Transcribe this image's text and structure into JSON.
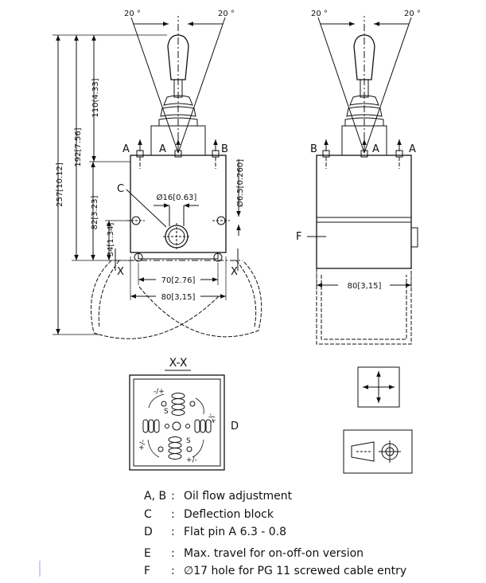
{
  "angles": {
    "front_left": "20 °",
    "front_right": "20 °",
    "side_left": "20 °",
    "side_right": "20 °"
  },
  "front_view": {
    "dim_total": "257[10.12]",
    "dim_192": "192[7.56]",
    "dim_110": "110(4.33]",
    "dim_82": "82[3.23]",
    "dim_34": "34[1.34]",
    "dim_16": "Ø16[0.63]",
    "dim_65": "Ø6.5[0.260]",
    "dim_70": "70[2.76]",
    "dim_80": "80[3,15]",
    "port_a_left": "A",
    "port_a_center": "A",
    "port_b_right": "B",
    "label_c": "C",
    "section_x_left": "X",
    "section_x_right": "X"
  },
  "side_view": {
    "port_b": "B",
    "port_a_inner": "A",
    "port_a_outer": "A",
    "label_f": "F",
    "dim_80": "80[3,15]"
  },
  "section": {
    "title": "X-X",
    "label_d": "D",
    "pin_top": "-/+",
    "pin_right": "-/+",
    "pin_left": "+/-",
    "pin_bottom": "+/-",
    "s_top": "S",
    "s_bottom": "S"
  },
  "legend": [
    {
      "key": "A, B",
      "text": "Oil flow adjustment"
    },
    {
      "key": "C",
      "text": "Deflection block"
    },
    {
      "key": "D",
      "text": "Flat pin A 6.3 - 0.8"
    },
    {
      "key": "E",
      "text": "Max. travel for on-off-on version"
    },
    {
      "key": "F",
      "text": "∅17 hole for PG 11 screwed cable entry"
    }
  ]
}
